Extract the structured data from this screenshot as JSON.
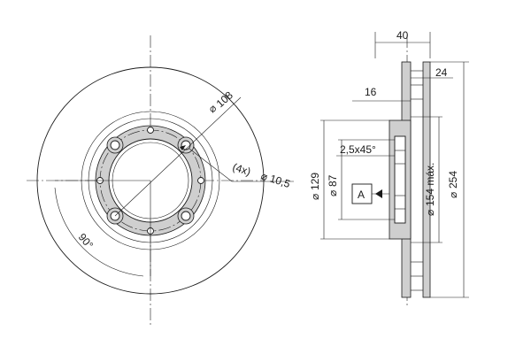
{
  "front_view": {
    "dim_108": "108",
    "dim_holes_count": "(4x)",
    "dim_hole_dia": "10,5",
    "dim_angle": "90°"
  },
  "section_view": {
    "dim_40": "40",
    "dim_24": "24",
    "dim_16": "16",
    "dim_chamfer": "2,5x45°",
    "dim_129": "129",
    "dim_87": "87",
    "dim_154": "154 máx.",
    "dim_254": "254",
    "datum_label": "A"
  },
  "diameter_symbol": "⌀"
}
